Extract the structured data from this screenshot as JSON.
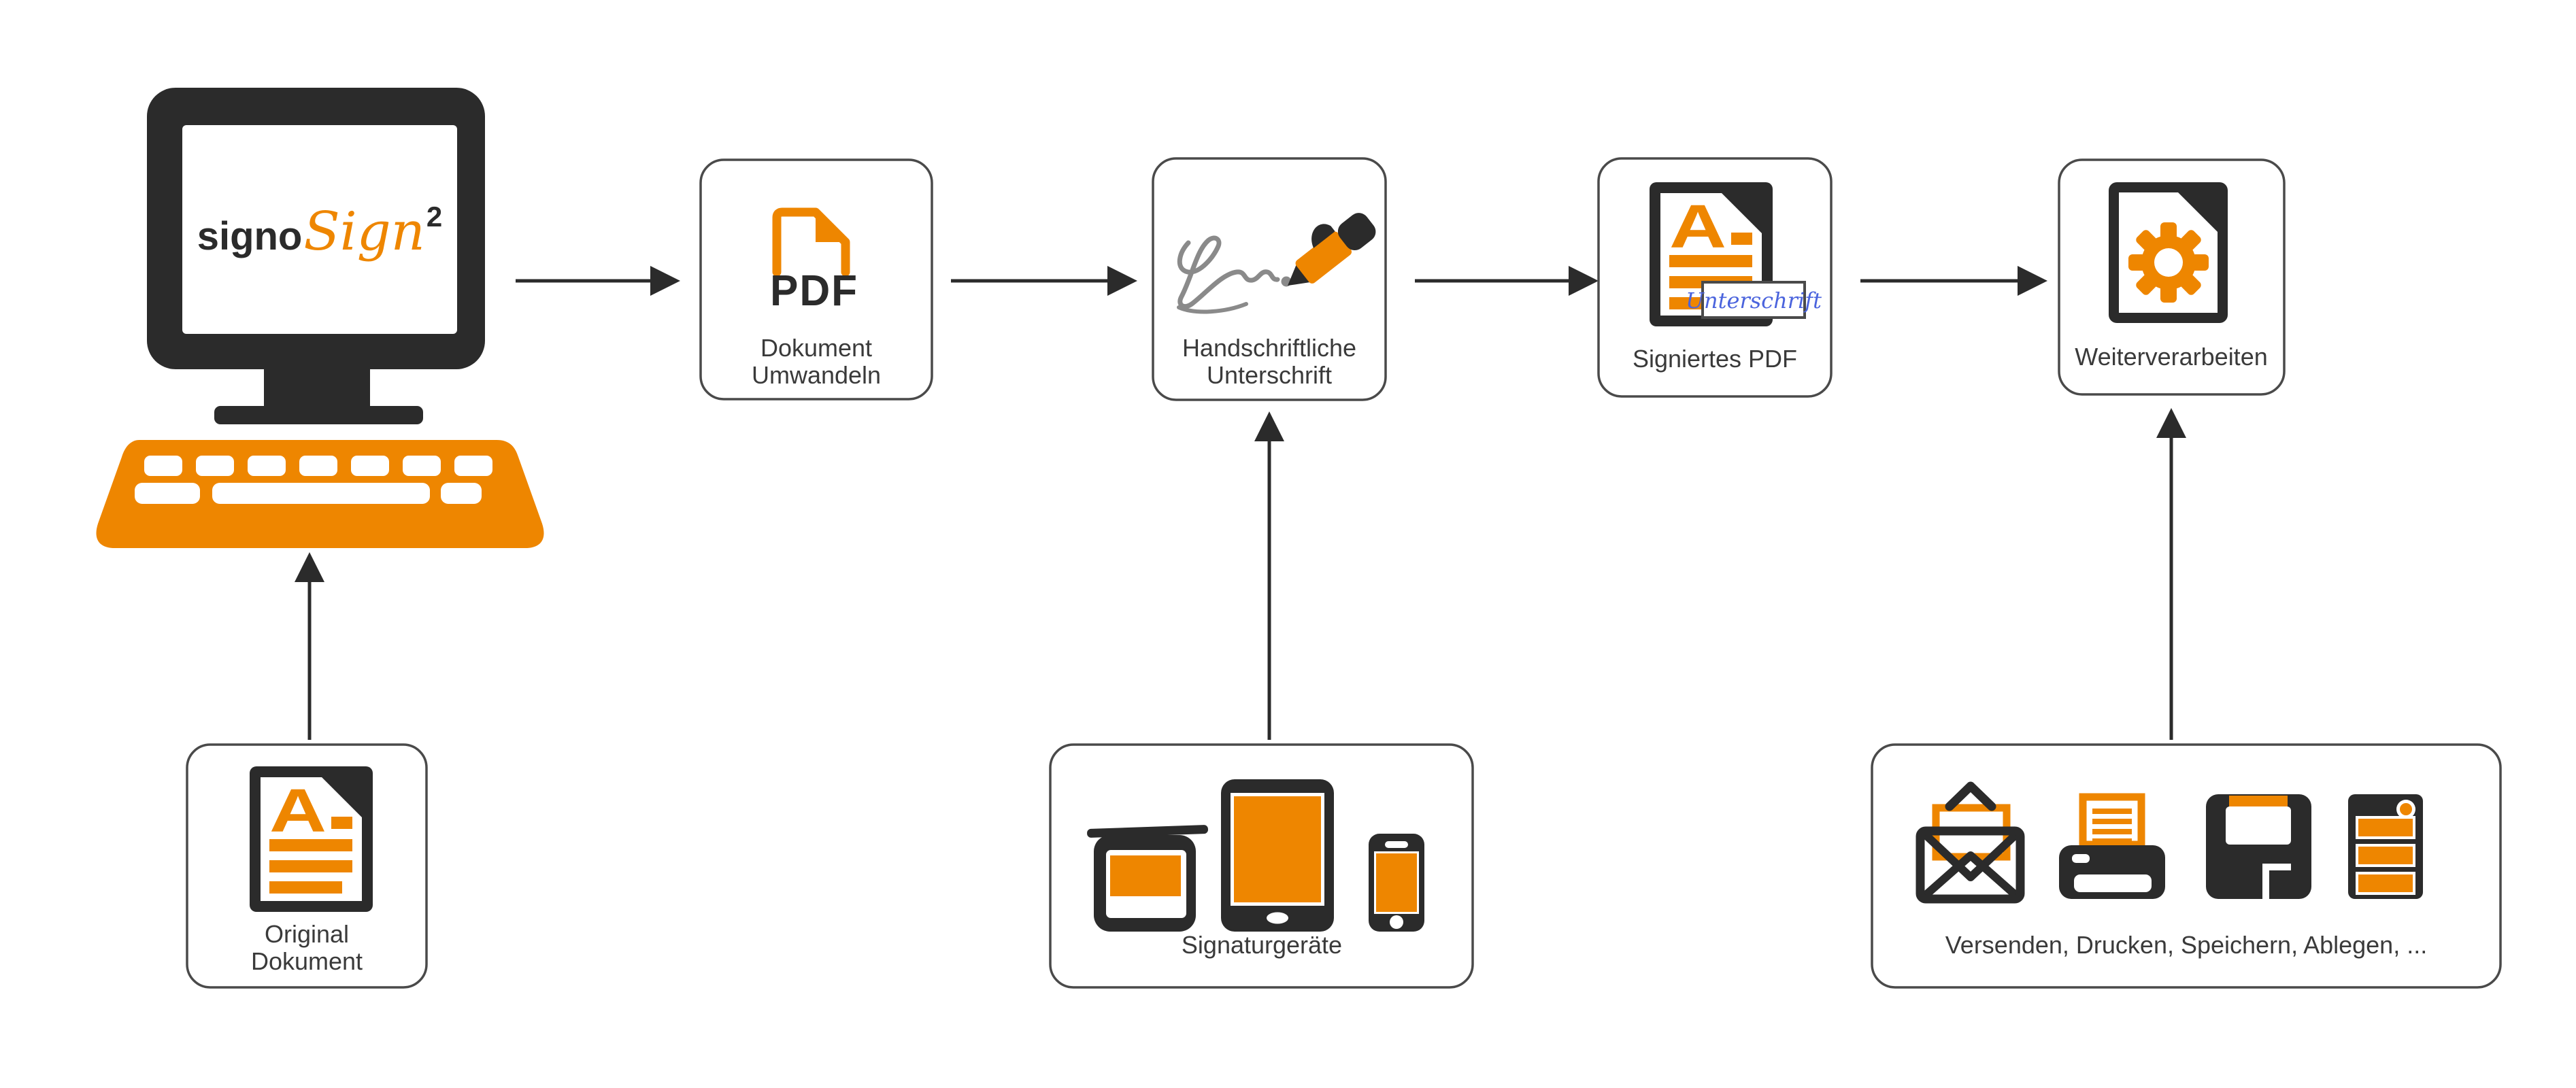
{
  "colors": {
    "orange": "#EE8600",
    "dark": "#2B2B2B",
    "label_text": "#3A3A3A",
    "box_border": "#4A4A4A",
    "signature_gray": "#8A8A8A",
    "signature_blue": "#4B64DD"
  },
  "logo": {
    "part1": "signo",
    "part2": "Sign",
    "superscript": "2"
  },
  "flow": {
    "dokument_umwandeln": {
      "line1": "Dokument",
      "line2": "Umwandeln",
      "pdf_label": "PDF"
    },
    "handschriftliche_unterschrift": {
      "line1": "Handschriftliche",
      "line2": "Unterschrift"
    },
    "signiertes_pdf": {
      "label": "Signiertes PDF",
      "field_text": "Unterschrift",
      "doc_letter": "A"
    },
    "weiterverarbeiten": {
      "label": "Weiterverarbeiten"
    },
    "original_dokument": {
      "line1": "Original",
      "line2": "Dokument",
      "doc_letter": "A"
    },
    "signaturgeraete": {
      "label": "Signaturgeräte"
    },
    "verarbeitung_optionen": {
      "label": "Versenden, Drucken, Speichern, Ablegen, ..."
    }
  }
}
